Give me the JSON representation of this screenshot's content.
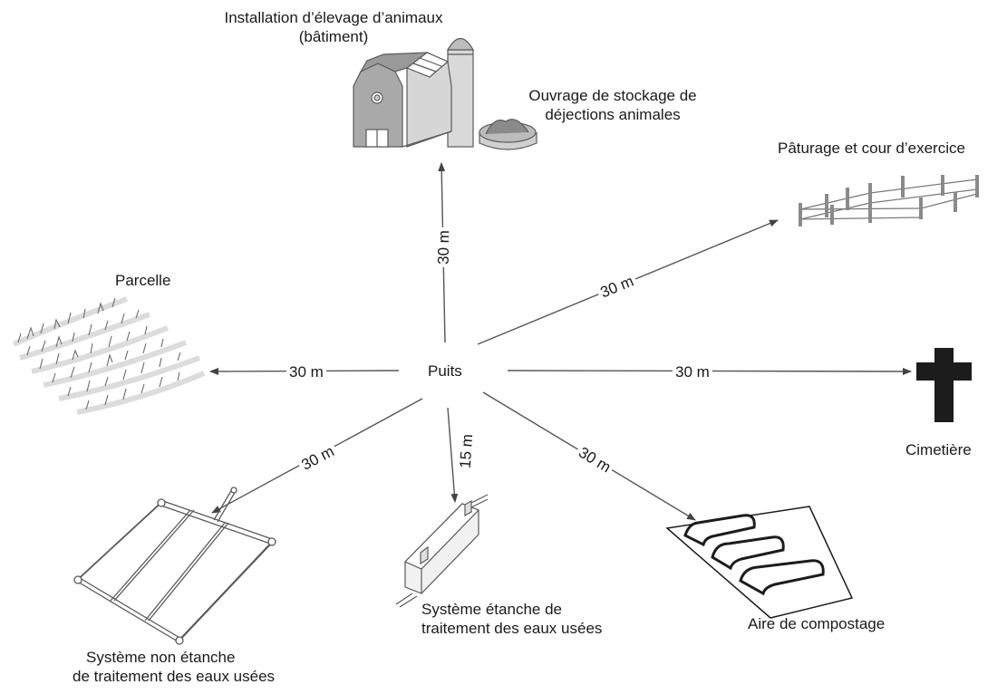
{
  "center": {
    "label": "Puits"
  },
  "destinations": [
    {
      "name": "installation",
      "label_lines": [
        "Installation d’élevage d’animaux",
        "(bâtiment)"
      ],
      "icon": "barn-icon",
      "distance": "30 m"
    },
    {
      "name": "stockage",
      "label_lines": [
        "Ouvrage de stockage de",
        "déjections animales"
      ],
      "icon": "manure-storage-icon"
    },
    {
      "name": "paturage",
      "label_lines": [
        "Pâturage et cour d’exercice"
      ],
      "icon": "fence-icon",
      "distance": "30 m"
    },
    {
      "name": "parcelle",
      "label_lines": [
        "Parcelle"
      ],
      "icon": "crop-field-icon",
      "distance": "30 m"
    },
    {
      "name": "cimetiere",
      "label_lines": [
        "Cimetière"
      ],
      "icon": "cross-icon",
      "distance": "30 m"
    },
    {
      "name": "systeme-non-etanche",
      "label_lines": [
        "Système non étanche",
        "de traitement des eaux usées"
      ],
      "icon": "drain-field-icon",
      "distance": "30 m"
    },
    {
      "name": "systeme-etanche",
      "label_lines": [
        "Système étanche de",
        "traitement des eaux usées"
      ],
      "icon": "septic-tank-icon",
      "distance": "15 m"
    },
    {
      "name": "compostage",
      "label_lines": [
        "Aire de compostage"
      ],
      "icon": "compost-icon",
      "distance": "30 m"
    }
  ],
  "colors": {
    "line": "#555555",
    "cross": "#1c1c1c",
    "icon_fill": "#cfcfcf",
    "icon_stroke": "#5a5a5a"
  }
}
